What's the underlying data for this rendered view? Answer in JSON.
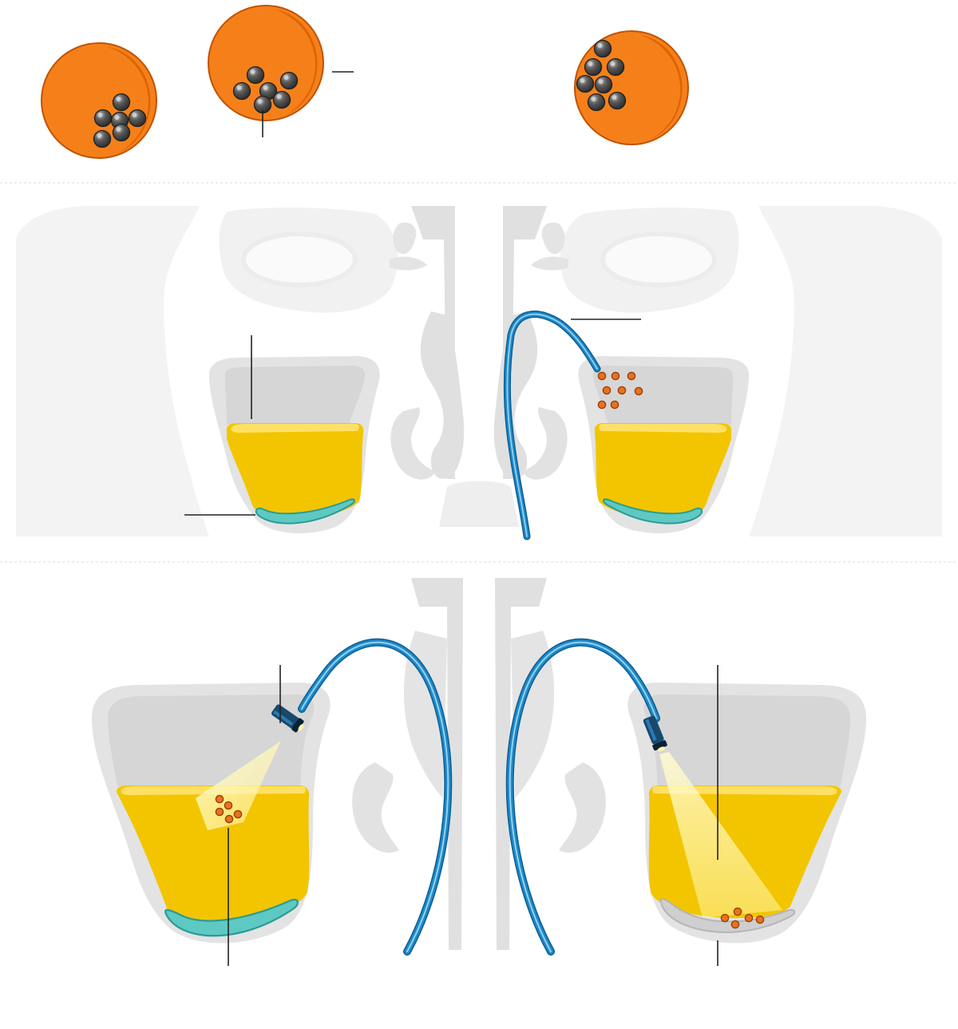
{
  "diagram": {
    "colors": {
      "background": "#ffffff",
      "bone_light": "#f4f4f4",
      "bone": "#e2e2e2",
      "bone_dark": "#c9c9c9",
      "sinus_fill": "#e6e6e6",
      "fluid_yellow": "#f2c500",
      "fluid_highlight": "#ffe066",
      "mucosa_teal": "#5ec9c2",
      "mucosa_teal_dark": "#2a9b96",
      "catheter_blue": "#1e88c8",
      "catheter_blue_light": "#8fd3f2",
      "catheter_blue_dark": "#0e5d8f",
      "endoscope_tip": "#17496e",
      "beam": "#fff6a8",
      "particle_orange": "#e8731c",
      "particle_dark": "#9c3d0a",
      "microsphere_orange": "#f5801a",
      "microsphere_shade": "#d95f00",
      "microsphere_edge": "#c25200",
      "bead_dark": "#4a4a4a",
      "bead_light": "#9a9a9a",
      "leader_line": "#222222",
      "divider": "#e6e6e6",
      "residue_gray": "#cfcfcf"
    },
    "sections": [
      "microsphere-row",
      "catheter-delivery-panel",
      "endoscopic-visualization-panel"
    ]
  }
}
